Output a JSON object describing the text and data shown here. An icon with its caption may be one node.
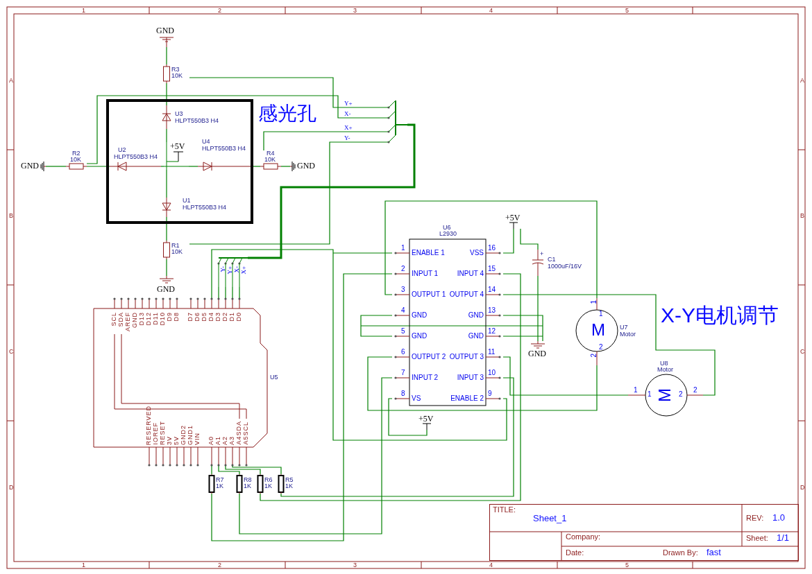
{
  "diagram": {
    "nodes": [
      {
        "text": [
          "GND"
        ]
      },
      {
        "text": [
          "R3",
          "10K"
        ]
      },
      {
        "text": [],
        "shape": "box"
      },
      {
        "text": [
          "U3",
          "HLPT550B3 H4"
        ],
        "in": 2
      },
      {
        "text": [
          "+5V"
        ],
        "in": 2
      },
      {
        "text": [
          "U2",
          "HLPT550B3 H4"
        ],
        "in": 2
      },
      {
        "text": [
          "U4",
          "HLPT550B3 H4"
        ],
        "in": 2
      },
      {
        "text": [
          "U1",
          "HLPT550B3 H4"
        ],
        "in": 2
      },
      {
        "text": [
          "GND"
        ]
      },
      {
        "text": [
          "R2",
          "10K"
        ]
      },
      {
        "text": [
          "R4",
          "10K"
        ]
      },
      {
        "text": [
          "GND"
        ]
      },
      {
        "text": [
          "Y+",
          "X-",
          "X+",
          "Y-"
        ]
      },
      {
        "text": [
          "R1",
          "10K"
        ]
      },
      {
        "text": [
          "GND"
        ]
      },
      {
        "text": [
          "Y-",
          "Y+",
          "X-",
          "X+"
        ]
      },
      {
        "text": [
          "U5",
          "SCL",
          "SDA",
          "AREF",
          "GND",
          "D13",
          "D12",
          "D11",
          "D10",
          "D9",
          "D8",
          "D7",
          "D6",
          "D5",
          "D4",
          "D3",
          "D2",
          "D1",
          "D0",
          "RESERVED",
          "IOREF",
          "RESET",
          "3V",
          "5V",
          "GND2",
          "GND1",
          "VIN",
          "A0",
          "A1",
          "A2",
          "A3",
          "A4SDA",
          "A5SCL"
        ]
      },
      {
        "text": [
          "U6",
          "L2930",
          "1",
          "ENABLE 1",
          "16",
          "VSS",
          "2",
          "INPUT 1",
          "15",
          "INPUT 4",
          "3",
          "OUTPUT 1",
          "14",
          "OUTPUT 4",
          "4",
          "GND",
          "13",
          "GND",
          "5",
          "GND",
          "12",
          "GND",
          "6",
          "OUTPUT 2",
          "11",
          "OUTPUT 3",
          "7",
          "INPUT 2",
          "10",
          "INPUT 3",
          "8",
          "VS",
          "9",
          "ENABLE 2"
        ]
      },
      {
        "text": [
          "+5V"
        ]
      },
      {
        "text": [
          "+",
          "C1",
          "1000uF/16V"
        ]
      },
      {
        "text": [
          "GND"
        ]
      },
      {
        "text": [
          "+5V"
        ]
      },
      {
        "text": [
          "1",
          "1",
          "M",
          "2",
          "2",
          "U7",
          "Motor"
        ]
      },
      {
        "text": [
          "U8",
          "Motor",
          "1",
          "1",
          "M",
          "2",
          "2"
        ]
      },
      {
        "text": [
          "R7",
          "1K"
        ]
      },
      {
        "text": [
          "R6",
          "1K"
        ]
      },
      {
        "text": [
          "R8",
          "1K"
        ]
      },
      {
        "text": [
          "R5",
          "1K"
        ]
      }
    ],
    "edges": [
      {
        "from": 0,
        "to": 1,
        "arrow": "none"
      },
      {
        "from": 1,
        "to": 3,
        "arrow": "none"
      },
      {
        "from": 1,
        "to": 12,
        "arrow": "none"
      },
      {
        "from": 3,
        "to": 4,
        "arrow": "none"
      },
      {
        "from": 5,
        "to": 4,
        "arrow": "none"
      },
      {
        "from": 6,
        "to": 4,
        "arrow": "none"
      },
      {
        "from": 7,
        "to": 4,
        "arrow": "none"
      },
      {
        "from": 8,
        "to": 9,
        "arrow": "none"
      },
      {
        "from": 9,
        "to": 5,
        "arrow": "none"
      },
      {
        "from": 9,
        "to": 12,
        "arrow": "none"
      },
      {
        "from": 6,
        "to": 10,
        "arrow": "none"
      },
      {
        "from": 10,
        "to": 11,
        "arrow": "none"
      },
      {
        "from": 10,
        "to": 12,
        "arrow": "none"
      },
      {
        "from": 7,
        "to": 13,
        "arrow": "none"
      },
      {
        "from": 13,
        "to": 14,
        "arrow": "none"
      },
      {
        "from": 13,
        "to": 12,
        "arrow": "none"
      },
      {
        "from": 12,
        "to": 15,
        "arrow": "none",
        "style": "thick"
      },
      {
        "from": 15,
        "to": 16,
        "arrow": "none"
      },
      {
        "from": 15,
        "to": 16,
        "arrow": "none"
      },
      {
        "from": 15,
        "to": 16,
        "arrow": "none"
      },
      {
        "from": 15,
        "to": 16,
        "arrow": "none"
      },
      {
        "from": 16,
        "to": 17,
        "arrow": "none"
      },
      {
        "from": 16,
        "to": 24,
        "arrow": "none"
      },
      {
        "from": 16,
        "to": 26,
        "arrow": "none"
      },
      {
        "from": 16,
        "to": 25,
        "arrow": "none"
      },
      {
        "from": 16,
        "to": 27,
        "arrow": "none"
      },
      {
        "from": 24,
        "to": 17,
        "arrow": "none"
      },
      {
        "from": 26,
        "to": 17,
        "arrow": "none"
      },
      {
        "from": 25,
        "to": 17,
        "arrow": "none"
      },
      {
        "from": 27,
        "to": 17,
        "arrow": "none"
      },
      {
        "from": 17,
        "to": 22,
        "arrow": "none"
      },
      {
        "from": 17,
        "to": 22,
        "arrow": "none"
      },
      {
        "from": 17,
        "to": 23,
        "arrow": "none"
      },
      {
        "from": 17,
        "to": 23,
        "arrow": "none"
      },
      {
        "from": 17,
        "to": 18,
        "arrow": "none"
      },
      {
        "from": 18,
        "to": 19,
        "arrow": "none"
      },
      {
        "from": 19,
        "to": 20,
        "arrow": "none"
      },
      {
        "from": 17,
        "to": 20,
        "arrow": "none"
      },
      {
        "from": 17,
        "to": 21,
        "arrow": "none"
      }
    ],
    "labels": [
      "1",
      "2",
      "3",
      "4",
      "5",
      "A",
      "A",
      "感光孔",
      "B",
      "B",
      "X-Y电机调节",
      "C",
      "C",
      "D",
      "D",
      "TITLE:",
      "Sheet_1",
      "REV:",
      "1.0",
      "Company:",
      "Sheet:",
      "1/1",
      "Date:",
      "Drawn By:",
      "fast",
      "1",
      "2",
      "3",
      "4",
      "5"
    ]
  }
}
